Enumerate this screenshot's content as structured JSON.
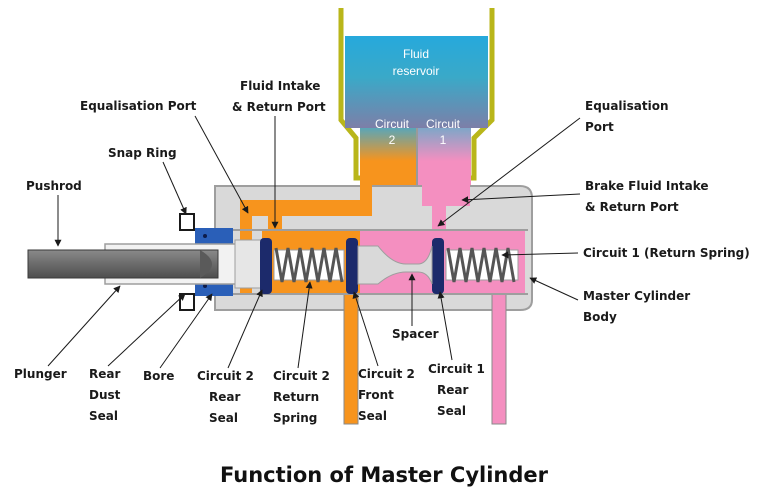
{
  "title": "Function of Master Cylinder",
  "reservoir": {
    "label_line1": "Fluid",
    "label_line2": "reservoir",
    "circuit2_line1": "Circuit",
    "circuit2_line2": "2",
    "circuit1_line1": "Circuit",
    "circuit1_line2": "1"
  },
  "labels": {
    "pushrod": "Pushrod",
    "snap_ring": "Snap Ring",
    "equalisation_port_left": "Equalisation Port",
    "fluid_intake_l1": "Fluid Intake",
    "fluid_intake_l2": "& Return Port",
    "equalisation_port_right_l1": "Equalisation",
    "equalisation_port_right_l2": "Port",
    "brake_fluid_intake_l1": "Brake Fluid Intake",
    "brake_fluid_intake_l2": "& Return Port",
    "circuit1_return_spring": "Circuit 1 (Return Spring)",
    "master_cylinder_body_l1": "Master Cylinder",
    "master_cylinder_body_l2": "Body",
    "plunger": "Plunger",
    "rear_dust_seal_l1": "Rear",
    "rear_dust_seal_l2": "Dust",
    "rear_dust_seal_l3": "Seal",
    "bore": "Bore",
    "c2_rear_seal_l1": "Circuit 2",
    "c2_rear_seal_l2": "Rear",
    "c2_rear_seal_l3": "Seal",
    "c2_return_spring_l1": "Circuit 2",
    "c2_return_spring_l2": "Return",
    "c2_return_spring_l3": "Spring",
    "c2_front_seal_l1": "Circuit 2",
    "c2_front_seal_l2": "Front",
    "c2_front_seal_l3": "Seal",
    "spacer": "Spacer",
    "c1_rear_seal_l1": "Circuit 1",
    "c1_rear_seal_l2": "Rear",
    "c1_rear_seal_l3": "Seal"
  },
  "colors": {
    "circuit2_fluid": "#f7941d",
    "circuit1_fluid": "#f48fc0",
    "reservoir_top": "#2ba8d8",
    "body_grey": "#d2d2d2",
    "seal_blue": "#1c2a6b",
    "reservoir_frame": "#d4d21e"
  }
}
